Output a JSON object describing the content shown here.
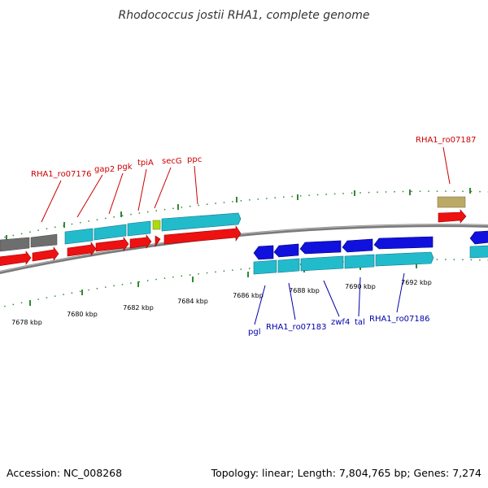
{
  "title": "Rhodococcus jostii RHA1, complete genome",
  "footer": {
    "accession": "Accession: NC_008268",
    "summary": "Topology: linear; Length: 7,804,765 bp; Genes: 7,274"
  },
  "colors": {
    "gene_forward": "#ee1111",
    "gene_reverse": "#1111dd",
    "cds_cyan": "#22bbcc",
    "label_red": "#cc0000",
    "label_blue": "#0000aa",
    "tick_green": "#338833",
    "backbone": "#808080"
  },
  "ticks": [
    {
      "label": "7678 kbp"
    },
    {
      "label": "7680 kbp"
    },
    {
      "label": "7682 kbp"
    },
    {
      "label": "7684 kbp"
    },
    {
      "label": "7686 kbp"
    },
    {
      "label": "7688 kbp"
    },
    {
      "label": "7690 kbp"
    },
    {
      "label": "7692 kbp"
    }
  ],
  "genes_top": [
    {
      "label": "RHA1_ro07176"
    },
    {
      "label": "gap2"
    },
    {
      "label": "pgk"
    },
    {
      "label": "tpiA"
    },
    {
      "label": "secG"
    },
    {
      "label": "ppc"
    },
    {
      "label": "RHA1_ro07187"
    }
  ],
  "genes_bottom": [
    {
      "label": "pgl"
    },
    {
      "label": "RHA1_ro07183"
    },
    {
      "label": "zwf4"
    },
    {
      "label": "tal"
    },
    {
      "label": "RHA1_ro07186"
    }
  ]
}
